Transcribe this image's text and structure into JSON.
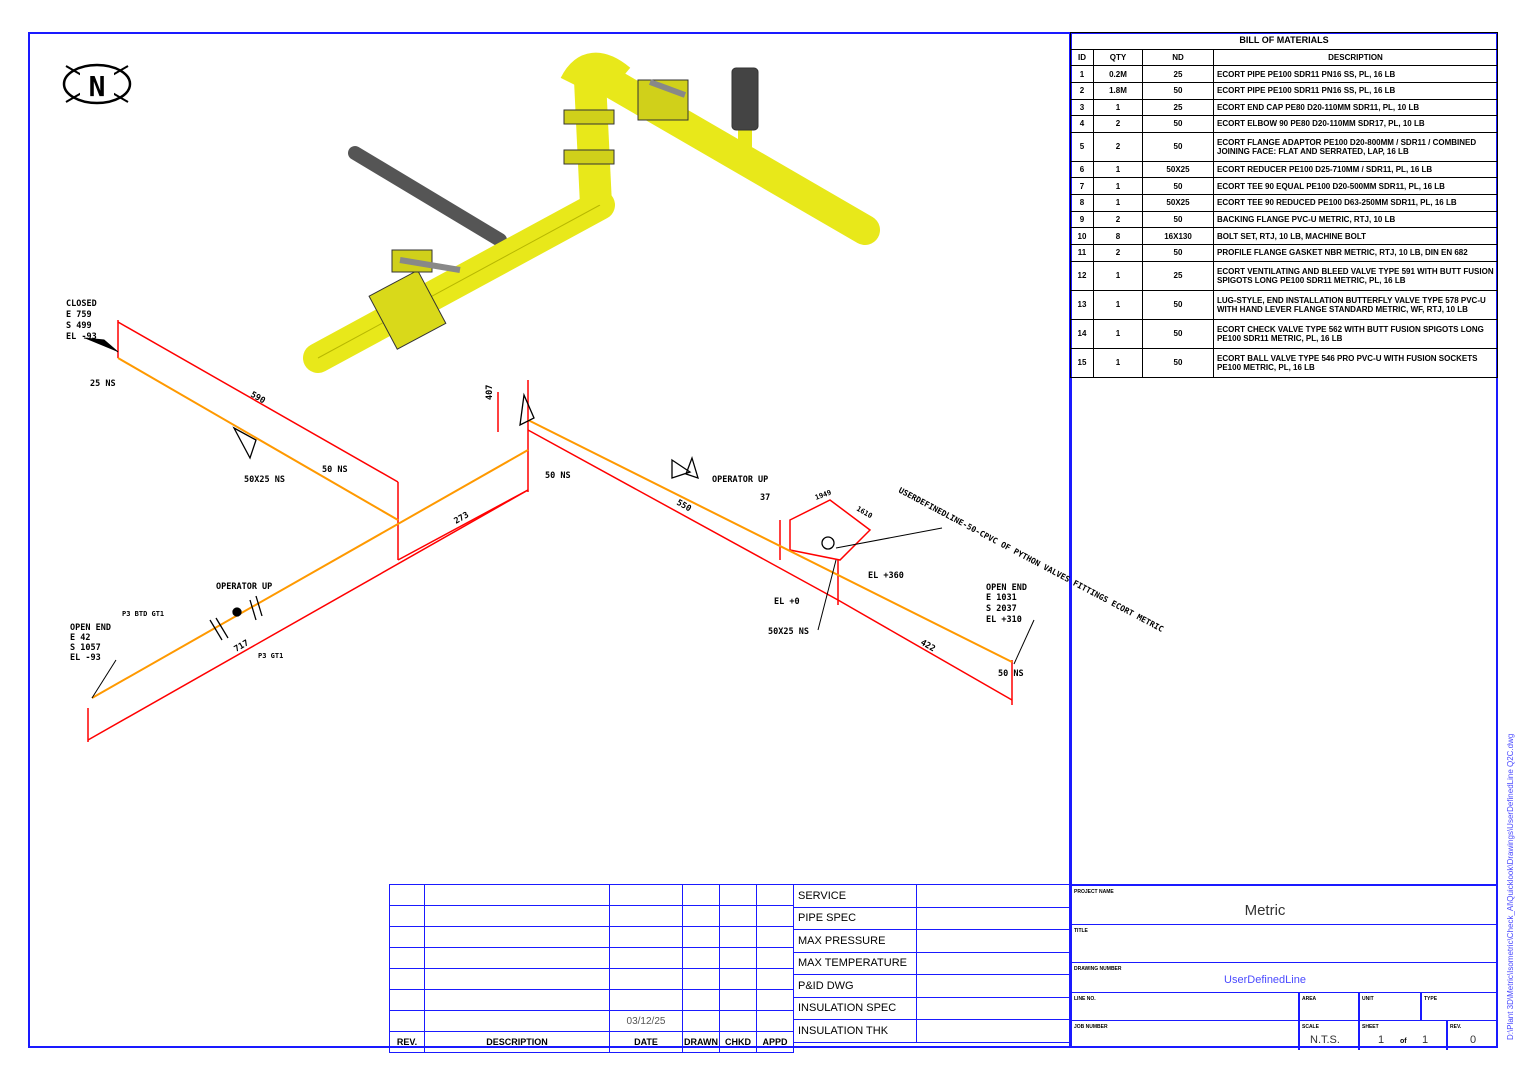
{
  "north_label": "N",
  "bom": {
    "title": "BILL OF MATERIALS",
    "headers": [
      "ID",
      "QTY",
      "ND",
      "DESCRIPTION"
    ],
    "rows": [
      [
        "1",
        "0.2M",
        "25",
        "ECORT PIPE PE100 SDR11 PN16 SS, PL, 16 LB"
      ],
      [
        "2",
        "1.8M",
        "50",
        "ECORT PIPE PE100 SDR11 PN16 SS, PL, 16 LB"
      ],
      [
        "3",
        "1",
        "25",
        "ECORT END CAP PE80 D20-110MM SDR11, PL, 10 LB"
      ],
      [
        "4",
        "2",
        "50",
        "ECORT ELBOW 90 PE80 D20-110MM SDR17, PL, 10 LB"
      ],
      [
        "5",
        "2",
        "50",
        "ECORT FLANGE ADAPTOR PE100 D20-800MM / SDR11 / COMBINED JOINING FACE: FLAT AND SERRATED, LAP, 16 LB"
      ],
      [
        "6",
        "1",
        "50X25",
        "ECORT REDUCER PE100 D25-710MM / SDR11, PL, 16 LB"
      ],
      [
        "7",
        "1",
        "50",
        "ECORT TEE 90 EQUAL PE100 D20-500MM SDR11, PL, 16 LB"
      ],
      [
        "8",
        "1",
        "50X25",
        "ECORT TEE 90 REDUCED PE100 D63-250MM SDR11, PL, 16 LB"
      ],
      [
        "9",
        "2",
        "50",
        "BACKING FLANGE PVC-U METRIC, RTJ, 10 LB"
      ],
      [
        "10",
        "8",
        "16X130",
        "BOLT SET, RTJ, 10 LB, MACHINE BOLT"
      ],
      [
        "11",
        "2",
        "50",
        "PROFILE FLANGE GASKET NBR METRIC, RTJ, 10 LB, DIN EN 682"
      ],
      [
        "12",
        "1",
        "25",
        "ECORT VENTILATING AND BLEED VALVE TYPE 591 WITH BUTT FUSION SPIGOTS LONG PE100 SDR11 METRIC, PL, 16 LB"
      ],
      [
        "13",
        "1",
        "50",
        "LUG-STYLE, END INSTALLATION BUTTERFLY VALVE TYPE 578 PVC-U WITH HAND LEVER FLANGE STANDARD METRIC, WF, RTJ, 10 LB"
      ],
      [
        "14",
        "1",
        "50",
        "ECORT CHECK VALVE TYPE 562 WITH BUTT FUSION SPIGOTS LONG PE100 SDR11 METRIC, PL, 16 LB"
      ],
      [
        "15",
        "1",
        "50",
        "ECORT BALL VALVE TYPE 546 PRO PVC-U WITH FUSION SOCKETS PE100 METRIC, PL, 16 LB"
      ]
    ]
  },
  "iso": {
    "closed": [
      "CLOSED",
      "E 759",
      "S 499",
      "EL -93"
    ],
    "open_end_left": [
      "OPEN END",
      "E 42",
      "S 1057",
      "EL -93"
    ],
    "open_end_right": [
      "OPEN END",
      "E 1031",
      "S 2037",
      "EL +310"
    ],
    "ns25": "25 NS",
    "ns50a": "50 NS",
    "ns50b": "50 NS",
    "ns50c": "50 NS",
    "ns5025a": "50X25 NS",
    "ns5025b": "50X25 NS",
    "op_up_1": "OPERATOR UP",
    "op_up_2": "OPERATOR UP",
    "dim_590": "590",
    "dim_273": "273",
    "dim_407": "407",
    "dim_550": "550",
    "dim_717": "717",
    "dim_422": "422",
    "dim_37": "37",
    "dim_1949": "1949",
    "dim_1610": "1610",
    "el_360": "EL +360",
    "el_0": "EL +0",
    "slope_note": "USERDEFINEDLINE-50-CPVC OF PYTHON VALVES FITTINGS ECORT METRIC",
    "ref1": "P3 BTD GT1",
    "ref2": "P3 GT1"
  },
  "revision_block": {
    "date": "03/12/25",
    "headers": [
      "REV.",
      "DESCRIPTION",
      "DATE",
      "DRAWN",
      "CHKD",
      "APPD"
    ]
  },
  "service_block": [
    "SERVICE",
    "PIPE SPEC",
    "MAX PRESSURE",
    "MAX TEMPERATURE",
    "P&ID DWG",
    "INSULATION SPEC",
    "INSULATION THK"
  ],
  "title_block": {
    "project_label": "PROJECT NAME",
    "project": "Metric",
    "title_label": "TITLE",
    "drawing_label": "DRAWING NUMBER",
    "drawing": "UserDefinedLine",
    "line_label": "LINE NO.",
    "area_label": "AREA",
    "unit_label": "UNIT",
    "type_label": "TYPE",
    "job_label": "JOB NUMBER",
    "scale_label": "SCALE",
    "scale": "N.T.S.",
    "sheet_label": "SHEET",
    "sheet": "1",
    "of": "of",
    "sheets": "1",
    "rev_label": "REV.",
    "rev": "0"
  },
  "side_path": "D:\\Plant 3D\\Metric\\Isometric\\Check_Al\\Quicklook\\Drawings\\UserDefinedLine Q2C.dwg",
  "colors": {
    "border": "#1a1aff",
    "pipe": "#ff9900",
    "dim": "#ff0000",
    "model": "#e8e81a"
  }
}
